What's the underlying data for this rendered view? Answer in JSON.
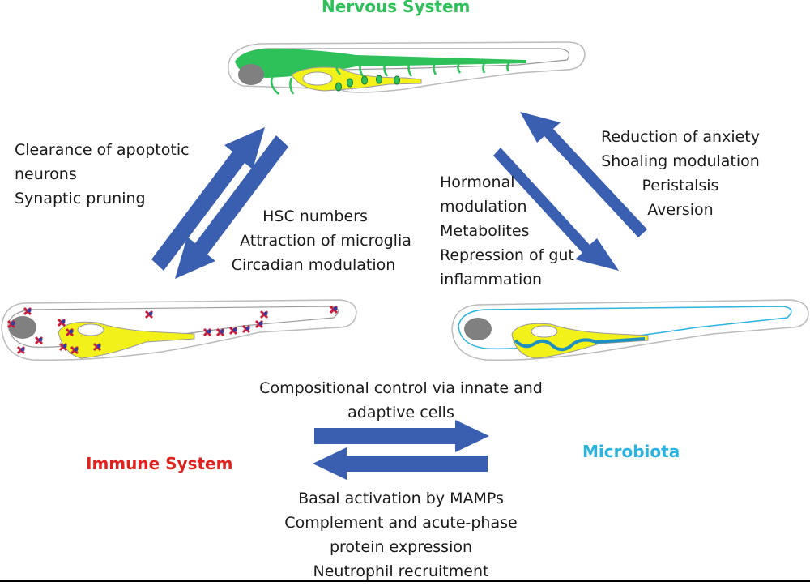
{
  "colors": {
    "nervous": "#2ec15a",
    "immune": "#e0221e",
    "microbiota": "#29b3e0",
    "arrow": "#3a5fb0",
    "gut_yellow": "#f2f21a",
    "microbiota_blue": "#1f8fc0",
    "immune_cell_red": "#c8203a",
    "immune_cell_blue": "#3a3a9a",
    "eye": "#808080"
  },
  "systems": {
    "nervous": "Nervous System",
    "immune": "Immune System",
    "microbiota": "Microbiota"
  },
  "nervous_to_immune": [
    "Clearance of apoptotic",
    "neurons",
    "Synaptic pruning"
  ],
  "immune_to_nervous": [
    "HSC numbers",
    "Attraction of microglia",
    "Circadian modulation"
  ],
  "nervous_to_microbiota": [
    "Hormonal",
    "modulation",
    "Metabolites",
    "Repression of gut",
    "inflammation"
  ],
  "microbiota_to_nervous": [
    "Reduction of anxiety",
    "Shoaling modulation",
    "Peristalsis",
    "Aversion"
  ],
  "immune_to_microbiota": [
    "Compositional control via innate and",
    "adaptive cells"
  ],
  "microbiota_to_immune": [
    "Basal activation by MAMPs",
    "Complement and acute-phase",
    "protein expression",
    "Neutrophil recruitment"
  ],
  "icons": {
    "nervous_fish": "zebrafish-larva-nervous-system",
    "immune_fish": "zebrafish-larva-immune-cells",
    "microbiota_fish": "zebrafish-larva-gut-microbiota"
  }
}
